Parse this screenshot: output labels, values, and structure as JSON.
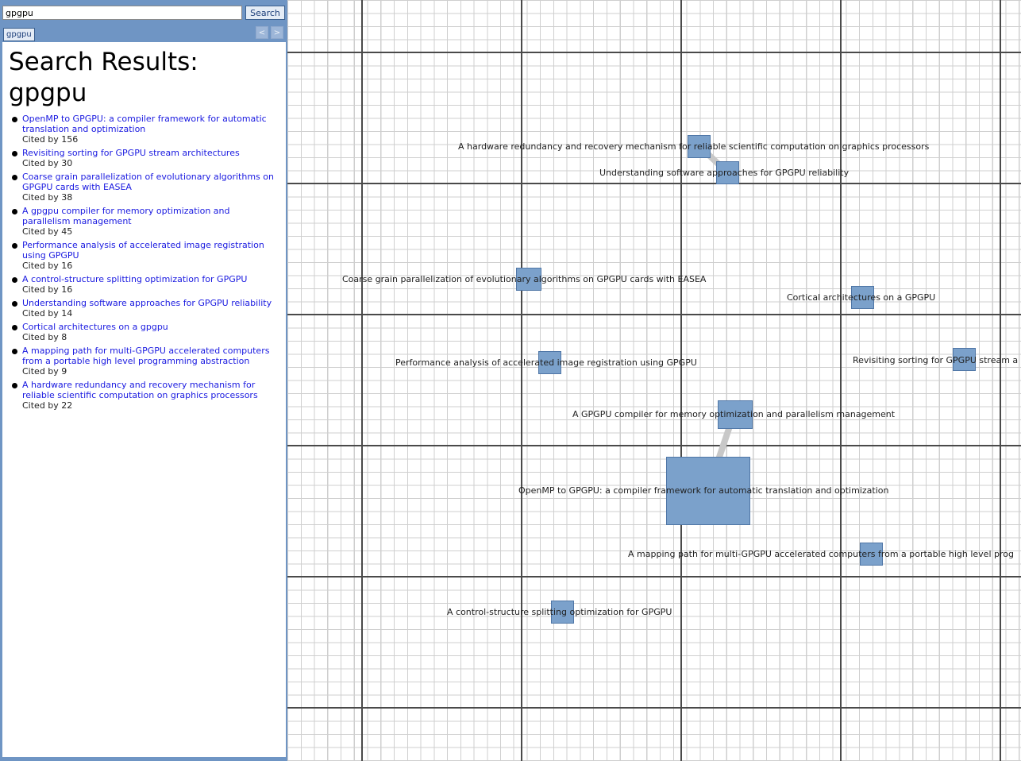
{
  "search": {
    "value": "gpgpu",
    "button_label": "Search"
  },
  "tabs": {
    "query_tab": "gpgpu",
    "prev": "<",
    "next": ">"
  },
  "results": {
    "title": "Search Results: gpgpu",
    "items": [
      {
        "title": "OpenMP to GPGPU: a compiler framework for automatic translation and optimization",
        "cited": "Cited by 156"
      },
      {
        "title": "Revisiting sorting for GPGPU stream architectures",
        "cited": "Cited by 30"
      },
      {
        "title": "Coarse grain parallelization of evolutionary algorithms on GPGPU cards with EASEA",
        "cited": "Cited by 38"
      },
      {
        "title": "A gpgpu compiler for memory optimization and parallelism management",
        "cited": "Cited by 45"
      },
      {
        "title": "Performance analysis of accelerated image registration using GPGPU",
        "cited": "Cited by 16"
      },
      {
        "title": "A control-structure splitting optimization for GPGPU",
        "cited": "Cited by 16"
      },
      {
        "title": "Understanding software approaches for GPGPU reliability",
        "cited": "Cited by 14"
      },
      {
        "title": "Cortical architectures on a gpgpu",
        "cited": "Cited by 8"
      },
      {
        "title": "A mapping path for multi-GPGPU accelerated computers from a portable high level programming abstraction",
        "cited": "Cited by 9"
      },
      {
        "title": "A hardware redundancy and recovery mechanism for reliable scientific computation on graphics processors",
        "cited": "Cited by 22"
      }
    ]
  },
  "graph": {
    "nodes": [
      {
        "label": "A hardware redundancy and recovery mechanism for reliable scientific computation on graphics processors"
      },
      {
        "label": "Understanding software approaches for GPGPU reliability"
      },
      {
        "label": "Coarse grain parallelization of evolutionary algorithms on GPGPU cards with EASEA"
      },
      {
        "label": "Cortical architectures on a GPGPU"
      },
      {
        "label": "Performance analysis of accelerated image registration using GPGPU"
      },
      {
        "label": "Revisiting sorting for GPGPU stream a"
      },
      {
        "label": "A GPGPU compiler for memory optimization and parallelism management"
      },
      {
        "label": "OpenMP to GPGPU: a compiler framework for automatic translation and optimization"
      },
      {
        "label": "A mapping path for multi-GPGPU accelerated computers from a portable high level prog"
      },
      {
        "label": "A control-structure splitting optimization for GPGPU"
      }
    ],
    "edge_color": "#c8c8c8",
    "node_color": "#7ba1cb"
  }
}
